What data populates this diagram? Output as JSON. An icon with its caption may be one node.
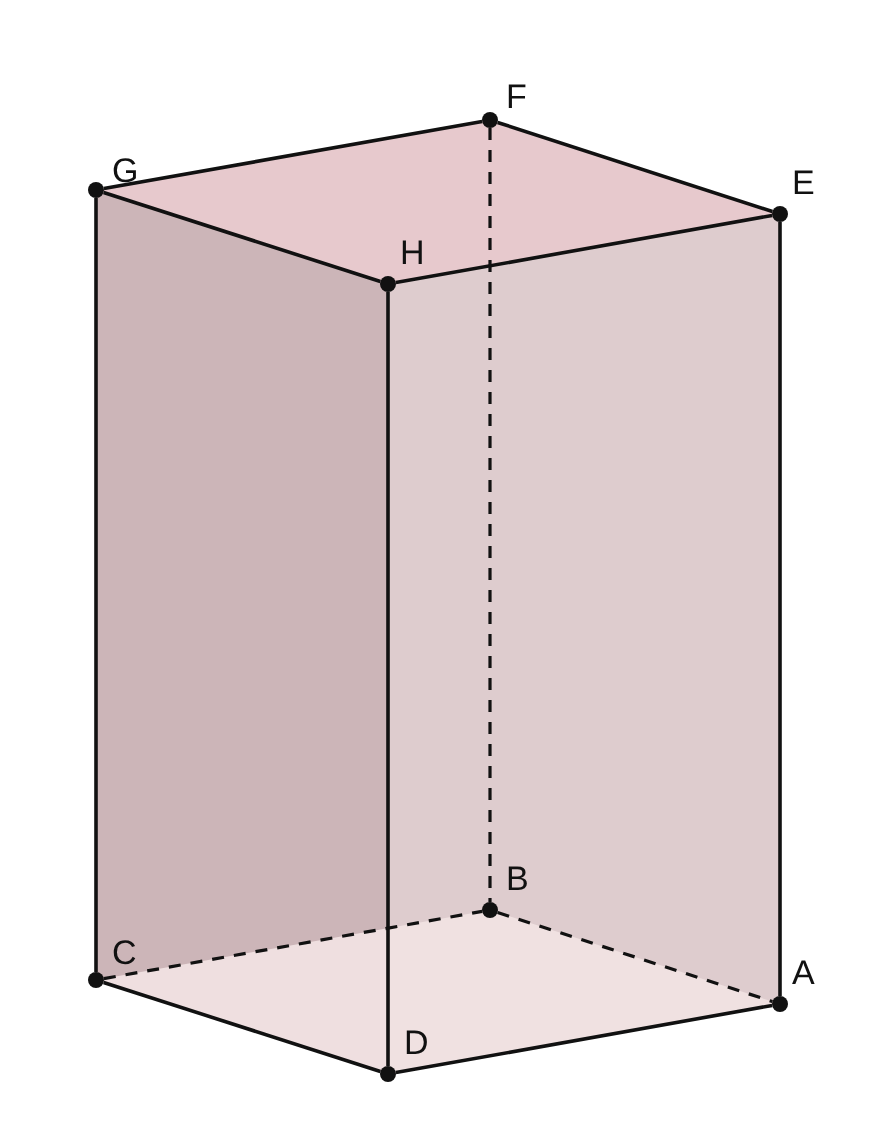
{
  "diagram": {
    "nodes": [
      {
        "text": [
          "G"
        ]
      },
      {
        "text": [
          "F"
        ]
      },
      {
        "text": [
          "E"
        ]
      },
      {
        "text": [
          "H"
        ]
      },
      {
        "text": [
          "C"
        ]
      },
      {
        "text": [
          "B"
        ]
      },
      {
        "text": [
          "A"
        ]
      },
      {
        "text": [
          "D"
        ]
      }
    ],
    "edges": [
      {
        "from": 0,
        "to": 1,
        "arrow": "none"
      },
      {
        "from": 1,
        "to": 2,
        "arrow": "none"
      },
      {
        "from": 2,
        "to": 3,
        "arrow": "none"
      },
      {
        "from": 3,
        "to": 0,
        "arrow": "none"
      },
      {
        "from": 0,
        "to": 4,
        "arrow": "none"
      },
      {
        "from": 3,
        "to": 7,
        "arrow": "none"
      },
      {
        "from": 2,
        "to": 6,
        "arrow": "none"
      },
      {
        "from": 1,
        "to": 5,
        "arrow": "none",
        "style": "dashed"
      },
      {
        "from": 4,
        "to": 7,
        "arrow": "none"
      },
      {
        "from": 7,
        "to": 6,
        "arrow": "none"
      },
      {
        "from": 4,
        "to": 5,
        "arrow": "none",
        "style": "dashed"
      },
      {
        "from": 5,
        "to": 6,
        "arrow": "none",
        "style": "dashed"
      }
    ]
  }
}
